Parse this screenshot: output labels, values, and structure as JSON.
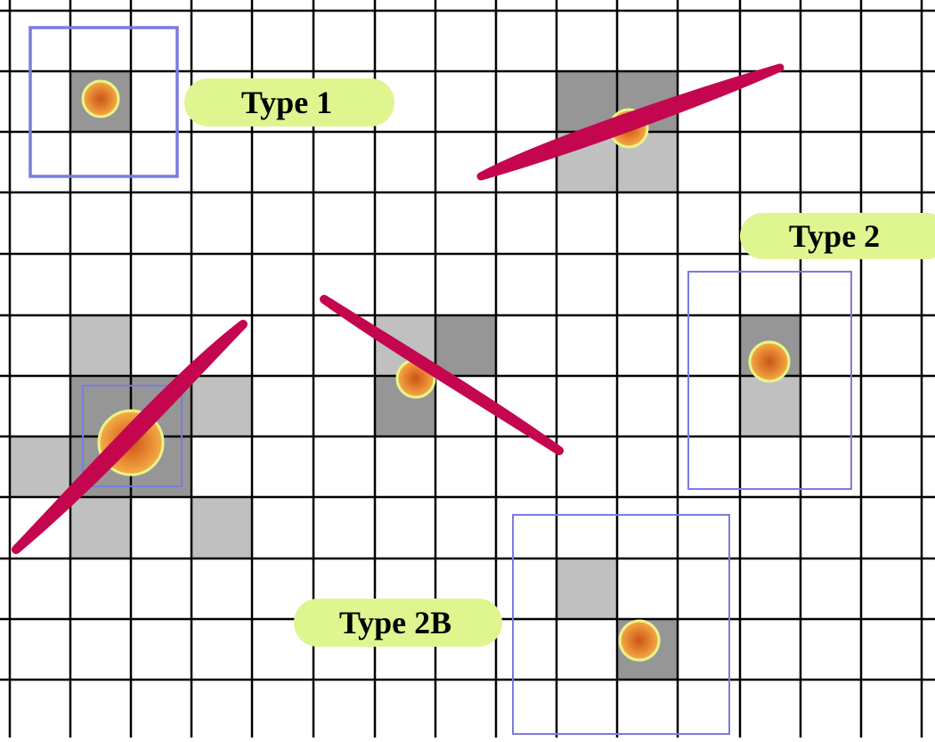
{
  "labels": {
    "type1": "Type 1",
    "type2": "Type 2",
    "type2b": "Type 2B"
  },
  "colors": {
    "grid_line": "#000000",
    "cell_dark": "#969696",
    "cell_light": "#c0c0c0",
    "box_outline": "#7b7be0",
    "label_fill": "#dff58f",
    "label_text": "#000000",
    "stroke_band": "#c4064f",
    "dot_outer": "#e8f58a",
    "dot_center": "#ee9a3c",
    "dot_edge": "#c8561a"
  }
}
